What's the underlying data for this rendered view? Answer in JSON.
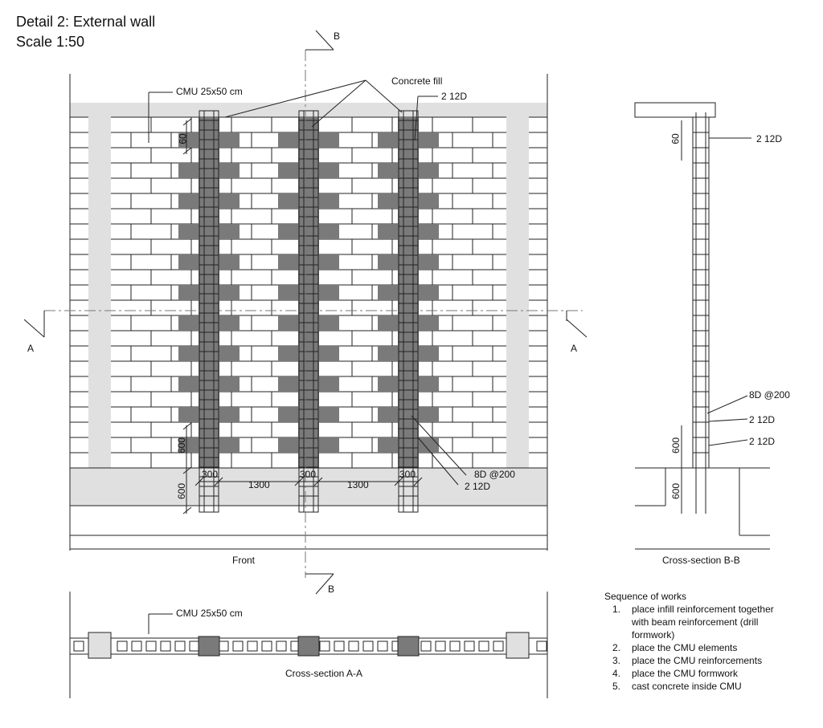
{
  "title": "Detail 2: External wall",
  "scale": "Scale 1:50",
  "labels": {
    "cmu": "CMU 25x50 cm",
    "concrete_fill": "Concrete fill",
    "rebar_2_12d": "2 12D",
    "stirrups": "8D @200",
    "section_a": "A",
    "section_b": "B",
    "dim_60": "60",
    "dim_600": "600",
    "dim_300": "300",
    "dim_1300": "1300",
    "front": "Front",
    "cross_section_aa": "Cross-section A-A",
    "cross_section_bb": "Cross-section B-B"
  },
  "sequence": {
    "heading": "Sequence of works",
    "steps": [
      {
        "num": "1.",
        "lines": [
          "place infill reinforcement together",
          "with beam reinforcement (drill",
          "formwork)"
        ]
      },
      {
        "num": "2.",
        "lines": [
          "place the CMU elements"
        ]
      },
      {
        "num": "3.",
        "lines": [
          "place the CMU reinforcements"
        ]
      },
      {
        "num": "4.",
        "lines": [
          "place the CMU formwork"
        ]
      },
      {
        "num": "5.",
        "lines": [
          "cast concrete inside CMU"
        ]
      }
    ]
  },
  "colors": {
    "concrete": "#e0e0e0",
    "filled_block": "#7a7a7a",
    "line": "#222222"
  }
}
